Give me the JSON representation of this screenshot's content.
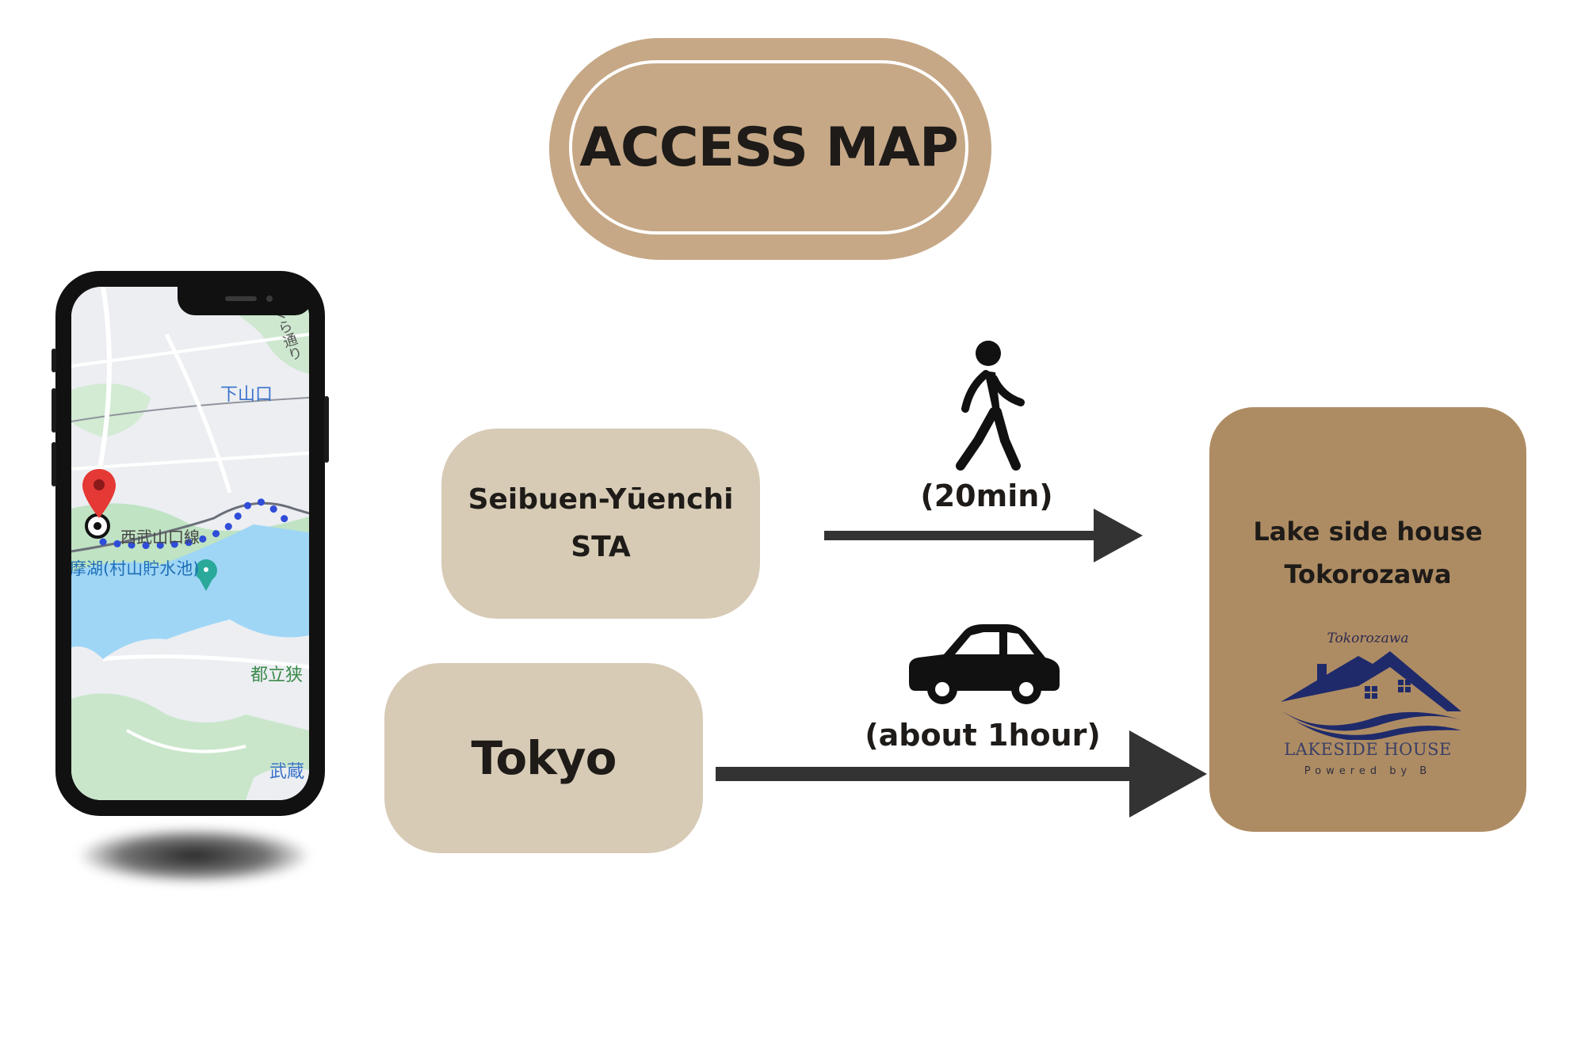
{
  "title": "ACCESS MAP",
  "origins": {
    "station_line1": "Seibuen-Yūenchi",
    "station_line2": "STA",
    "city": "Tokyo"
  },
  "routes": {
    "walk_time": "(20min)",
    "car_time": "(about 1hour)"
  },
  "destination": {
    "line1": "Lake side house",
    "line2": "Tokorozawa",
    "logo_script": "Tokorozawa",
    "logo_name": "LAKESIDE HOUSE",
    "logo_tagline": "Powered by B"
  },
  "phone_map": {
    "labels": [
      "さくら通り",
      "下山口",
      "西武山口線",
      "摩湖(村山貯水池)",
      "都立狭",
      "武蔵"
    ]
  },
  "colors": {
    "title_pill": "#c6a887",
    "origin_box": "#d7cbb6",
    "destination_box": "#ae8c63",
    "arrow": "#333333",
    "logo_navy": "#1f2a6b"
  },
  "icons": [
    "walking-person-icon",
    "car-icon",
    "map-pin-icon",
    "house-logo-icon"
  ]
}
